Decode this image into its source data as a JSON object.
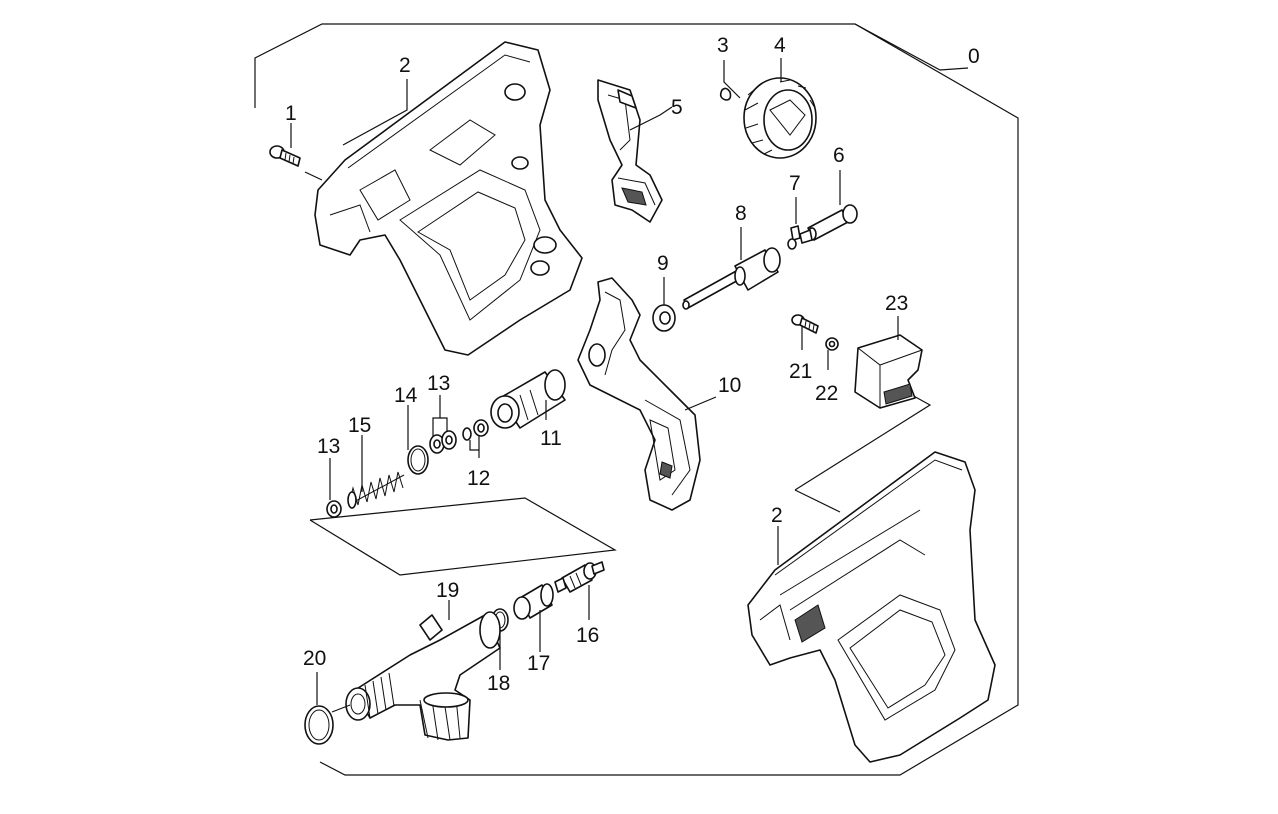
{
  "diagram": {
    "labels": {
      "assembly": "0",
      "screw": "1",
      "housing_half_left": "2",
      "housing_half_right": "2",
      "clip": "3",
      "lock_ring": "4",
      "latch": "5",
      "pin_head": "6",
      "retainer": "7",
      "trigger_rod": "8",
      "washer_9": "9",
      "trigger": "10",
      "valve_sleeve": "11",
      "seal_12": "12",
      "seal_13_upper": "13",
      "seal_13_lower": "13",
      "o_ring_14": "14",
      "spring": "15",
      "valve_insert": "16",
      "bushing": "17",
      "o_ring_18": "18",
      "outlet_fitting": "19",
      "o_ring_20": "20",
      "screw_21": "21",
      "washer_22": "22",
      "cap": "23"
    }
  }
}
